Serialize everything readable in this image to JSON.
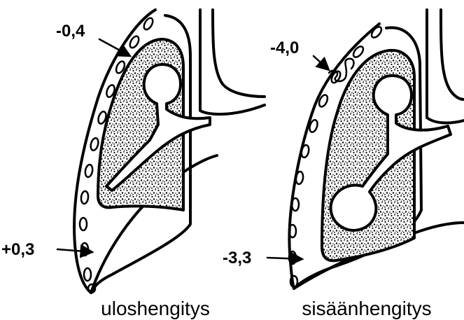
{
  "panels": [
    {
      "caption": "uloshengitys",
      "upper_value": "-0,4",
      "lower_value": "+0,3"
    },
    {
      "caption": "sisäänhengitys",
      "upper_value": "-4,0",
      "lower_value": "-3,3"
    }
  ],
  "colors": {
    "ink": "#000000",
    "paper": "#ffffff"
  }
}
